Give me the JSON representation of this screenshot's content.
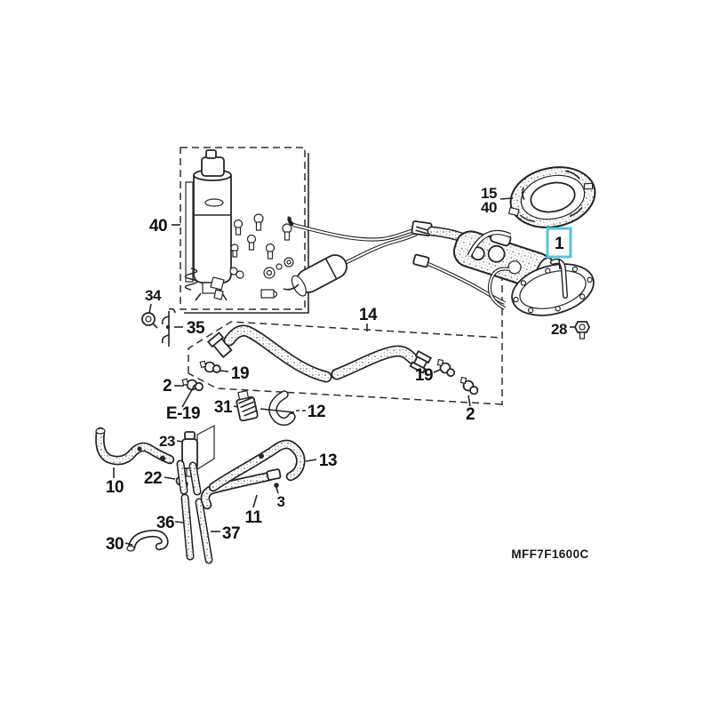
{
  "diagram": {
    "code": "MFF7F1600C",
    "accent_color": "#56c3dc",
    "line_color": "#262626",
    "background": "#ffffff"
  },
  "callouts": {
    "box40": "40",
    "c34": "34",
    "c35": "35",
    "c19_left": "19",
    "c2_left": "2",
    "e19": "E-19",
    "c31": "31",
    "c12": "12",
    "c23": "23",
    "c22": "22",
    "c10": "10",
    "c36": "36",
    "c30": "30",
    "c37": "37",
    "c11": "11",
    "c3": "3",
    "c13": "13",
    "c14": "14",
    "c19_right": "19",
    "c2_right": "2",
    "c15": "15",
    "c40_ring": "40",
    "c1": "1",
    "c28": "28"
  }
}
